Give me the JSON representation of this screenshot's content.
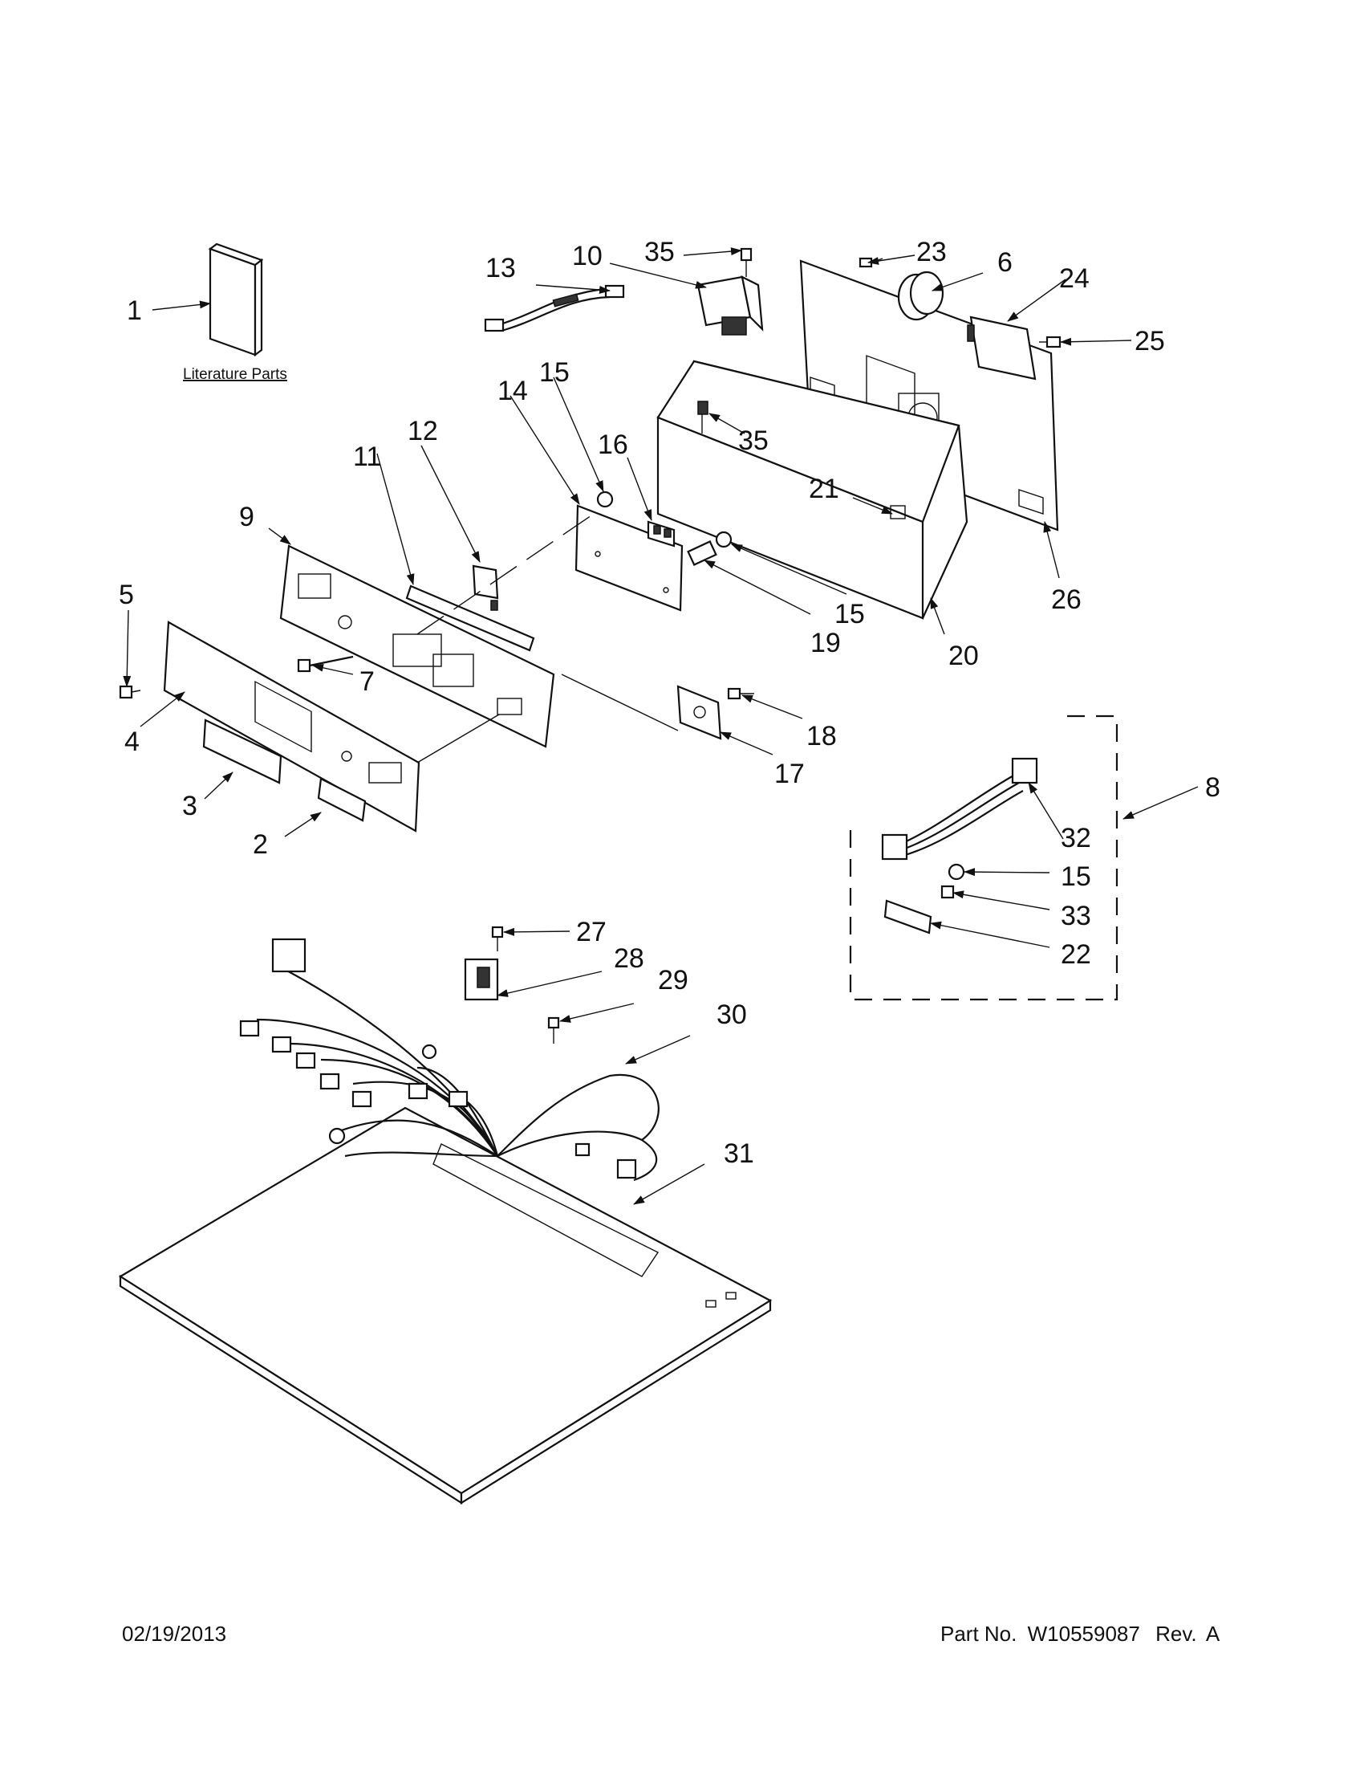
{
  "footer": {
    "date": "02/19/2013",
    "part_no_label": "Part No.",
    "part_no": "W10559087",
    "rev_label": "Rev.",
    "rev": "A"
  },
  "literature_label": "Literature Parts",
  "callouts": {
    "c1": "1",
    "c2": "2",
    "c3": "3",
    "c4": "4",
    "c5": "5",
    "c6": "6",
    "c7": "7",
    "c8": "8",
    "c9": "9",
    "c10": "10",
    "c11": "11",
    "c12": "12",
    "c13": "13",
    "c14": "14",
    "c15a": "15",
    "c15b": "15",
    "c15c": "15",
    "c16": "16",
    "c17": "17",
    "c18": "18",
    "c19": "19",
    "c20": "20",
    "c21": "21",
    "c22": "22",
    "c23": "23",
    "c24": "24",
    "c25": "25",
    "c26": "26",
    "c27": "27",
    "c28": "28",
    "c29": "29",
    "c30": "30",
    "c31": "31",
    "c32": "32",
    "c33": "33",
    "c35a": "35",
    "c35b": "35"
  }
}
